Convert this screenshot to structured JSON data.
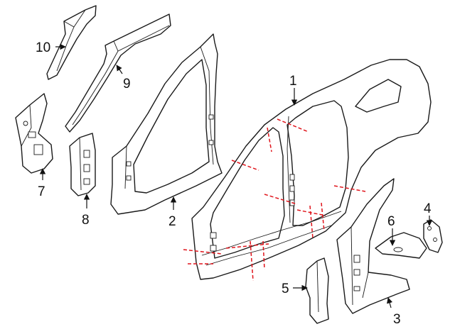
{
  "diagram": {
    "callouts": [
      {
        "id": "1",
        "text": "1"
      },
      {
        "id": "2",
        "text": "2"
      },
      {
        "id": "3",
        "text": "3"
      },
      {
        "id": "4",
        "text": "4"
      },
      {
        "id": "5",
        "text": "5"
      },
      {
        "id": "6",
        "text": "6"
      },
      {
        "id": "7",
        "text": "7"
      },
      {
        "id": "8",
        "text": "8"
      },
      {
        "id": "9",
        "text": "9"
      },
      {
        "id": "10",
        "text": "10"
      }
    ],
    "colors": {
      "line": "#1a1a1a",
      "cut_line": "#e0141b",
      "background": "#ffffff"
    }
  }
}
